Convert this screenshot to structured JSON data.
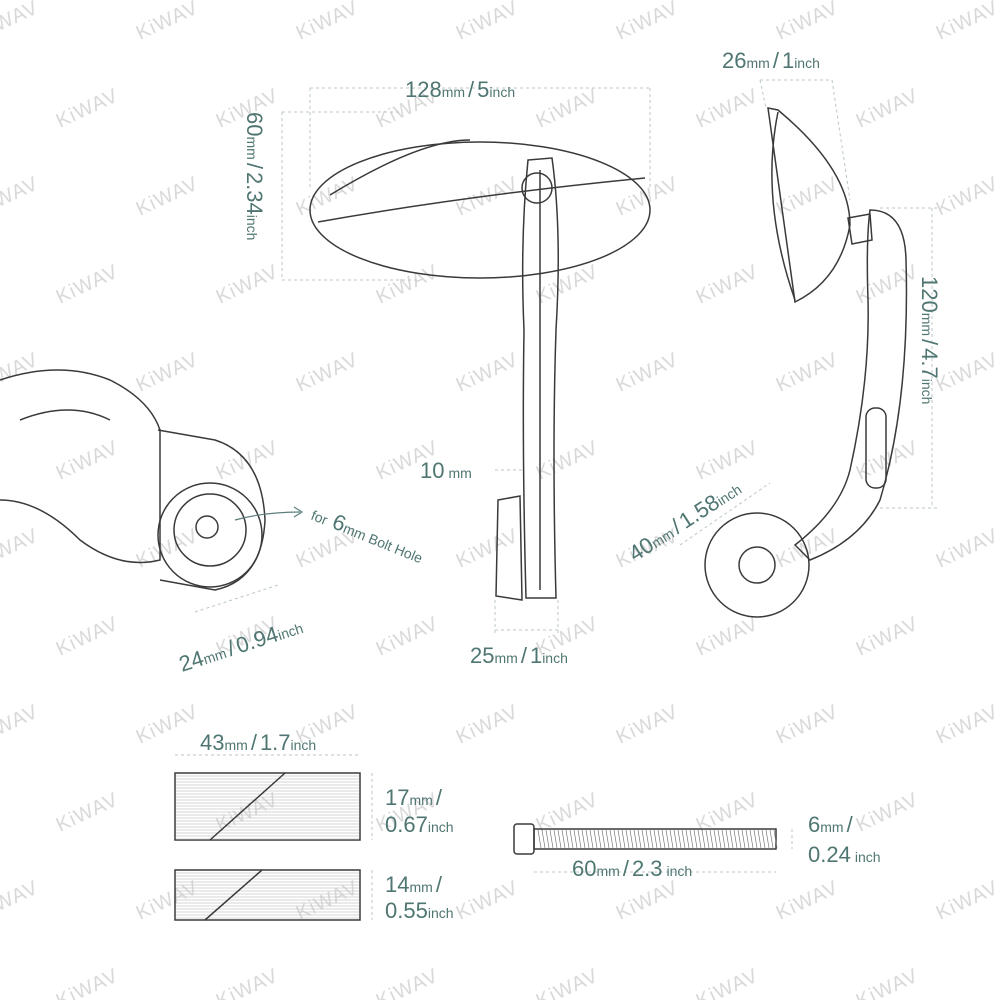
{
  "watermark": "KiWAV",
  "colors": {
    "label": "#4f7672",
    "outline": "#3a3a3a",
    "watermark": "#d9d9d9"
  },
  "dimensions": {
    "width": {
      "mm": "128",
      "unit_mm": "mm",
      "sep": "/",
      "in": "5",
      "unit_in": "inch"
    },
    "height": {
      "mm": "60",
      "unit_mm": "mm",
      "sep": "/",
      "in": "2.34",
      "unit_in": "inch"
    },
    "depth": {
      "mm": "26",
      "unit_mm": "mm",
      "sep": "/",
      "in": "1",
      "unit_in": "inch"
    },
    "arm_length": {
      "mm": "120",
      "unit_mm": "mm",
      "sep": "/",
      "in": "4.7",
      "unit_in": "inch"
    },
    "arm_offset": {
      "mm": "40",
      "unit_mm": "mm",
      "sep": "/",
      "in": "1.58",
      "unit_in": "inch"
    },
    "end_thickness": {
      "mm": "10",
      "unit_mm": "mm"
    },
    "end_width": {
      "mm": "25",
      "unit_mm": "mm",
      "sep": "/",
      "in": "1",
      "unit_in": "inch"
    },
    "end_diameter": {
      "mm": "24",
      "unit_mm": "mm",
      "sep": "/",
      "in": "0.94",
      "unit_in": "inch"
    },
    "bolt_note": {
      "pre": "for",
      "size": "6",
      "unit": "mm",
      "post": "Bolt Hole"
    },
    "spacer_length": {
      "mm": "43",
      "unit_mm": "mm",
      "sep": "/",
      "in": "1.7",
      "unit_in": "inch"
    },
    "spacer_large": {
      "mm": "17",
      "unit_mm": "mm",
      "sep": "/",
      "in": "0.67",
      "unit_in": "inch"
    },
    "spacer_small": {
      "mm": "14",
      "unit_mm": "mm",
      "sep": "/",
      "in": "0.55",
      "unit_in": "inch"
    },
    "bolt_diameter": {
      "mm": "6",
      "unit_mm": "mm",
      "sep": "/",
      "in": "0.24",
      "unit_in": "inch"
    },
    "bolt_length": {
      "mm": "60",
      "unit_mm": "mm",
      "sep": "/",
      "in": "2.3",
      "unit_in": "inch"
    }
  }
}
